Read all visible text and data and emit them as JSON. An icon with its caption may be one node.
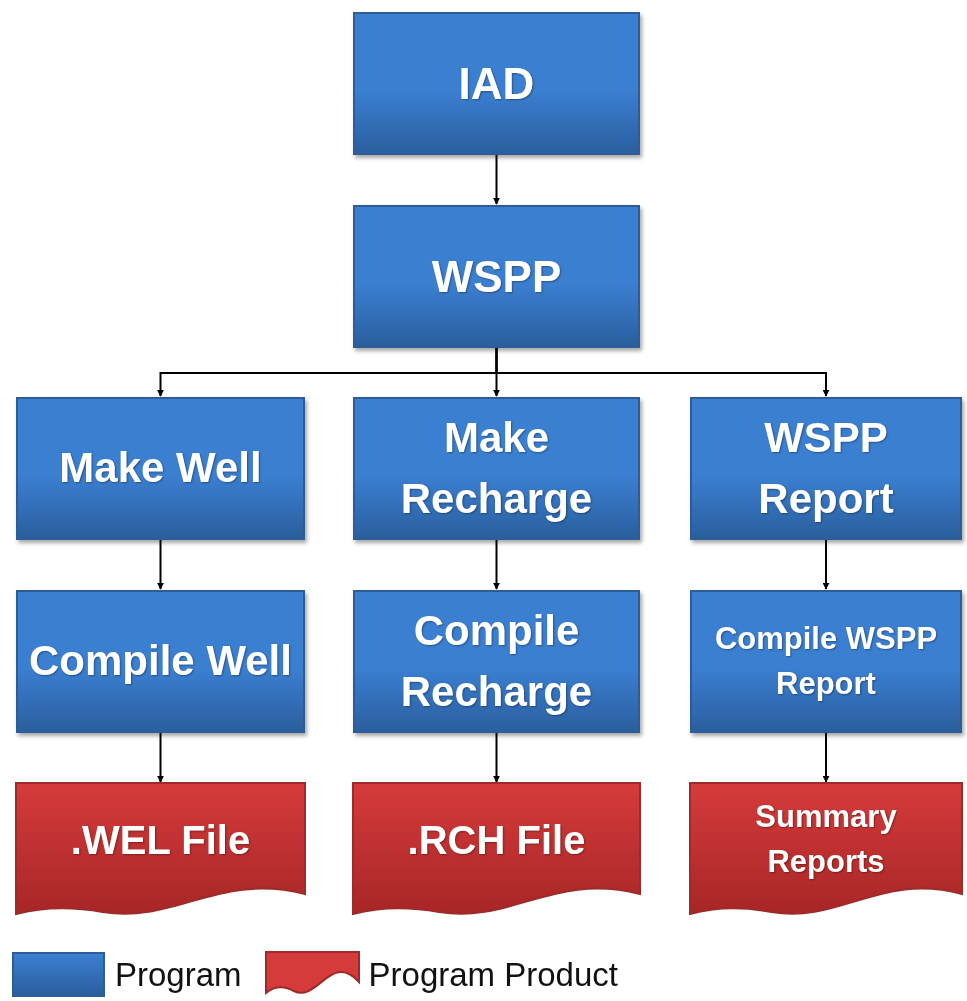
{
  "diagram": {
    "nodes": [
      {
        "text": [
          "IAD"
        ]
      },
      {
        "text": [
          "WSPP"
        ]
      },
      {
        "text": [
          "Make Well"
        ]
      },
      {
        "text": [
          "Make Recharge"
        ]
      },
      {
        "text": [
          "WSPP Report"
        ]
      },
      {
        "text": [
          "Compile Well"
        ]
      },
      {
        "text": [
          "Compile Recharge"
        ]
      },
      {
        "text": [
          "Compile WSPP Report"
        ]
      },
      {
        "text": [
          ".WEL File"
        ]
      },
      {
        "text": [
          ".RCH File"
        ]
      },
      {
        "text": [
          "Summary Reports"
        ]
      }
    ],
    "edges": [
      {
        "from": 0,
        "to": 1,
        "arrow": "to"
      },
      {
        "from": 1,
        "to": 2,
        "arrow": "to"
      },
      {
        "from": 1,
        "to": 3,
        "arrow": "to"
      },
      {
        "from": 1,
        "to": 4,
        "arrow": "to"
      },
      {
        "from": 2,
        "to": 5,
        "arrow": "to"
      },
      {
        "from": 3,
        "to": 6,
        "arrow": "to"
      },
      {
        "from": 4,
        "to": 7,
        "arrow": "to"
      },
      {
        "from": 5,
        "to": 8,
        "arrow": "to"
      },
      {
        "from": 6,
        "to": 9,
        "arrow": "to"
      },
      {
        "from": 7,
        "to": 10,
        "arrow": "to"
      }
    ],
    "legend": [
      {
        "text": "Program",
        "color": "#3b7fd1"
      },
      {
        "text": "Program Product",
        "color": "#d63b3b"
      }
    ]
  }
}
